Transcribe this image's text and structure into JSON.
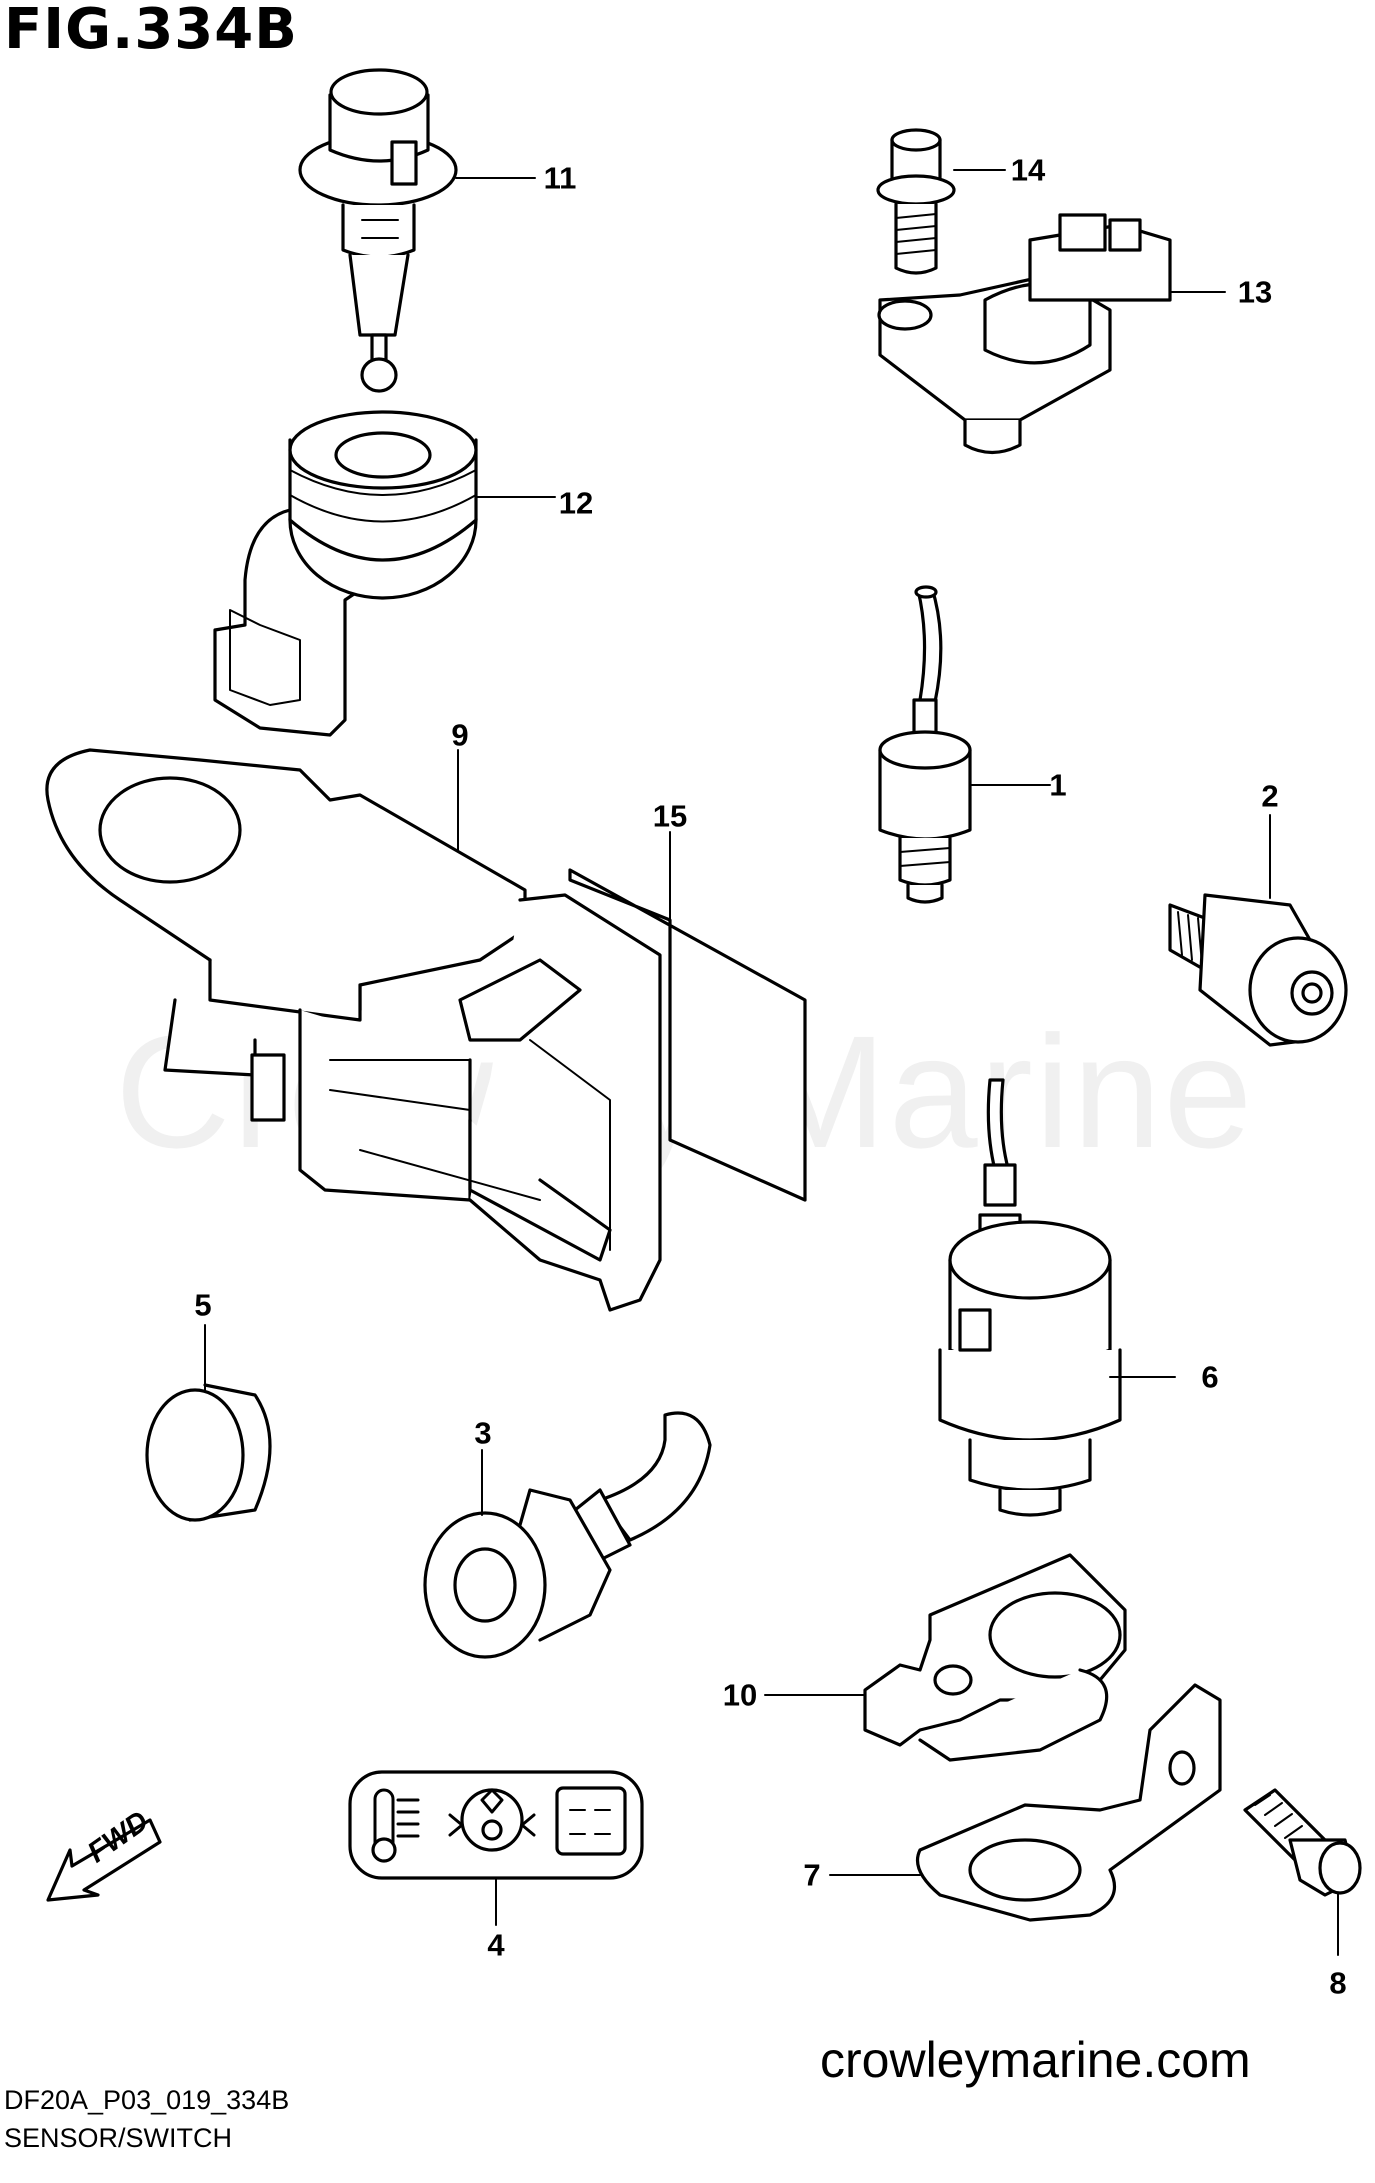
{
  "figure": {
    "title": "FIG.334B",
    "code": "DF20A_P03_019_334B",
    "caption": "SENSOR/SWITCH",
    "website": "crowleymarine.com",
    "watermark": "Crowley Marine",
    "direction_label": "FWD"
  },
  "callouts": [
    {
      "id": "1",
      "label": "1"
    },
    {
      "id": "2",
      "label": "2"
    },
    {
      "id": "3",
      "label": "3"
    },
    {
      "id": "4",
      "label": "4"
    },
    {
      "id": "5",
      "label": "5"
    },
    {
      "id": "6",
      "label": "6"
    },
    {
      "id": "7",
      "label": "7"
    },
    {
      "id": "8",
      "label": "8"
    },
    {
      "id": "9",
      "label": "9"
    },
    {
      "id": "10",
      "label": "10"
    },
    {
      "id": "11",
      "label": "11"
    },
    {
      "id": "12",
      "label": "12"
    },
    {
      "id": "13",
      "label": "13"
    },
    {
      "id": "14",
      "label": "14"
    },
    {
      "id": "15",
      "label": "15"
    }
  ],
  "icons": [
    "thermometer-icon",
    "oil-pressure-icon",
    "battery-icon",
    "fwd-arrow-icon"
  ]
}
